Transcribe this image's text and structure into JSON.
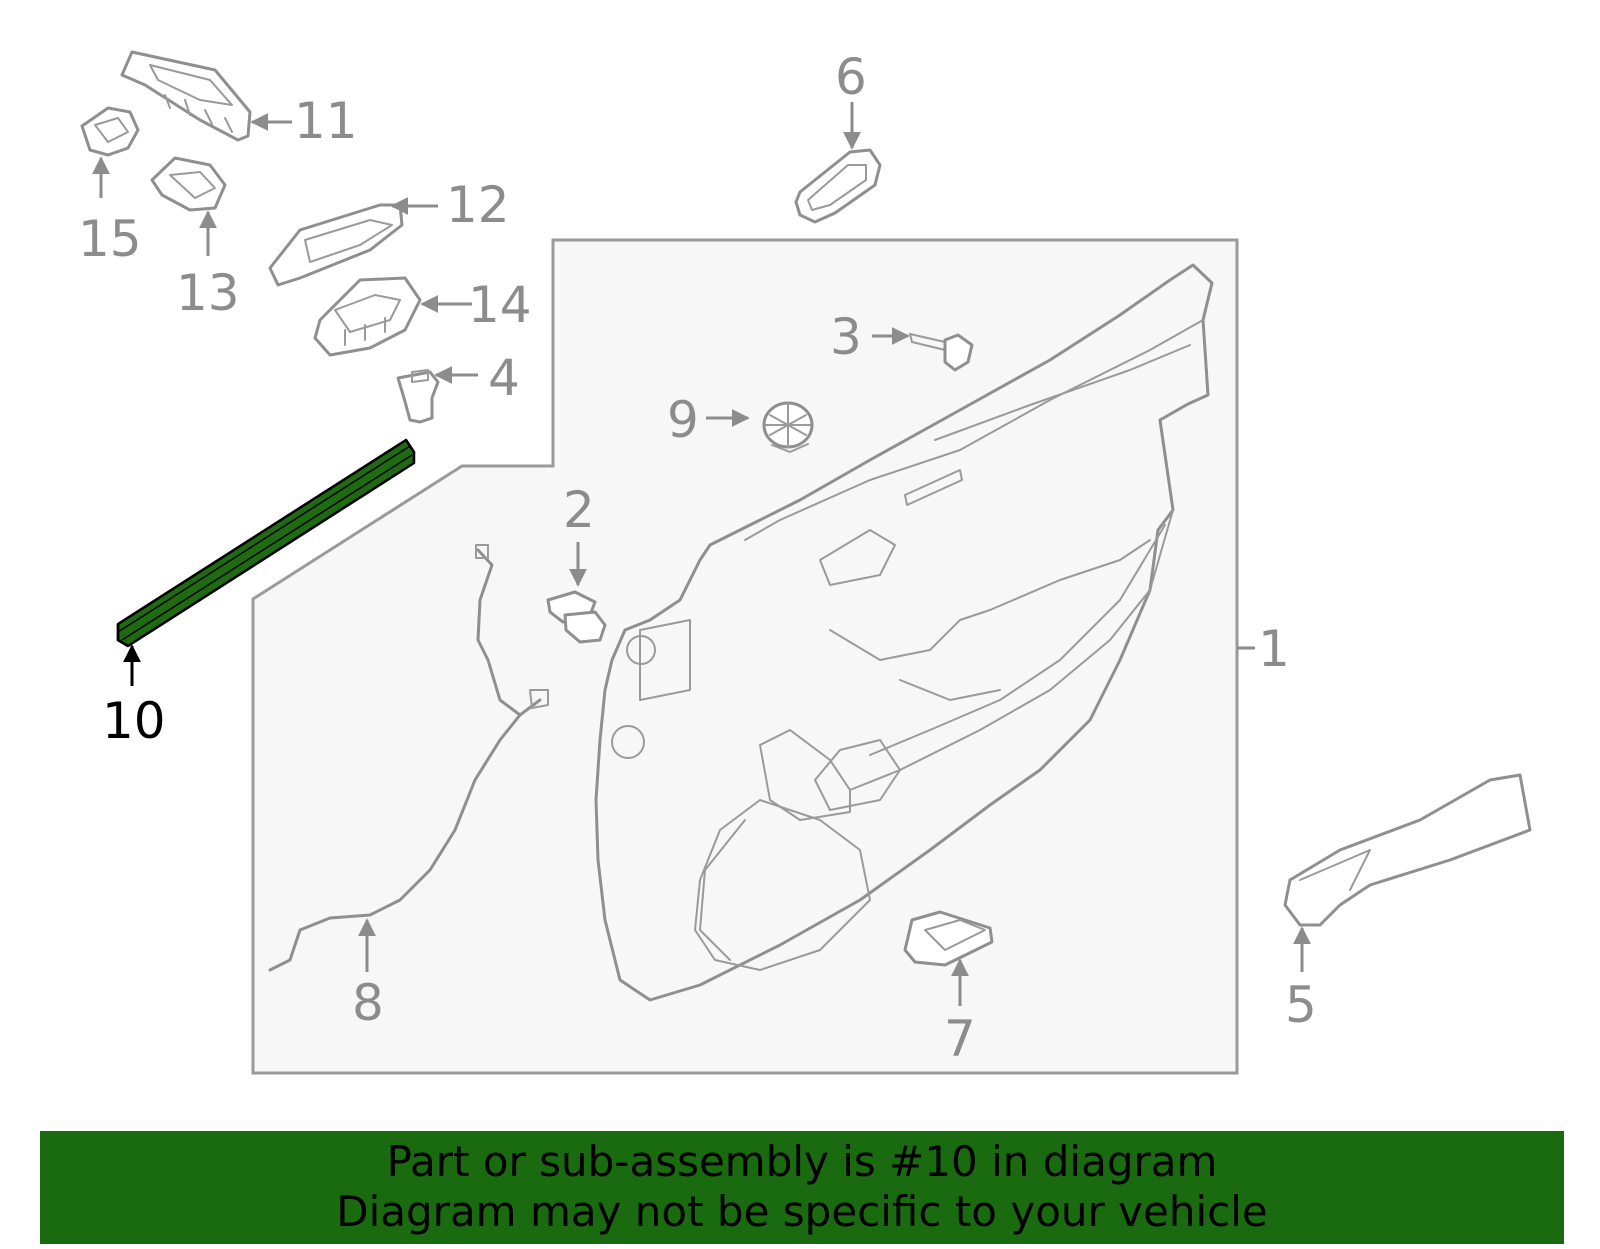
{
  "highlighted_part": "10",
  "callouts": [
    {
      "id": "1",
      "label": "1"
    },
    {
      "id": "2",
      "label": "2"
    },
    {
      "id": "3",
      "label": "3"
    },
    {
      "id": "4",
      "label": "4"
    },
    {
      "id": "5",
      "label": "5"
    },
    {
      "id": "6",
      "label": "6"
    },
    {
      "id": "7",
      "label": "7"
    },
    {
      "id": "8",
      "label": "8"
    },
    {
      "id": "9",
      "label": "9"
    },
    {
      "id": "10",
      "label": "10"
    },
    {
      "id": "11",
      "label": "11"
    },
    {
      "id": "12",
      "label": "12"
    },
    {
      "id": "13",
      "label": "13"
    },
    {
      "id": "14",
      "label": "14"
    },
    {
      "id": "15",
      "label": "15"
    }
  ],
  "banner": {
    "line1": "Part or sub-assembly is #10 in diagram",
    "line2": "Diagram may not be specific to your vehicle"
  },
  "colors": {
    "highlight_fill": "#1f6b12",
    "banner_background": "#1a6b10",
    "line_gray": "#8f8f8f",
    "callout_gray": "#8c8c8c"
  }
}
